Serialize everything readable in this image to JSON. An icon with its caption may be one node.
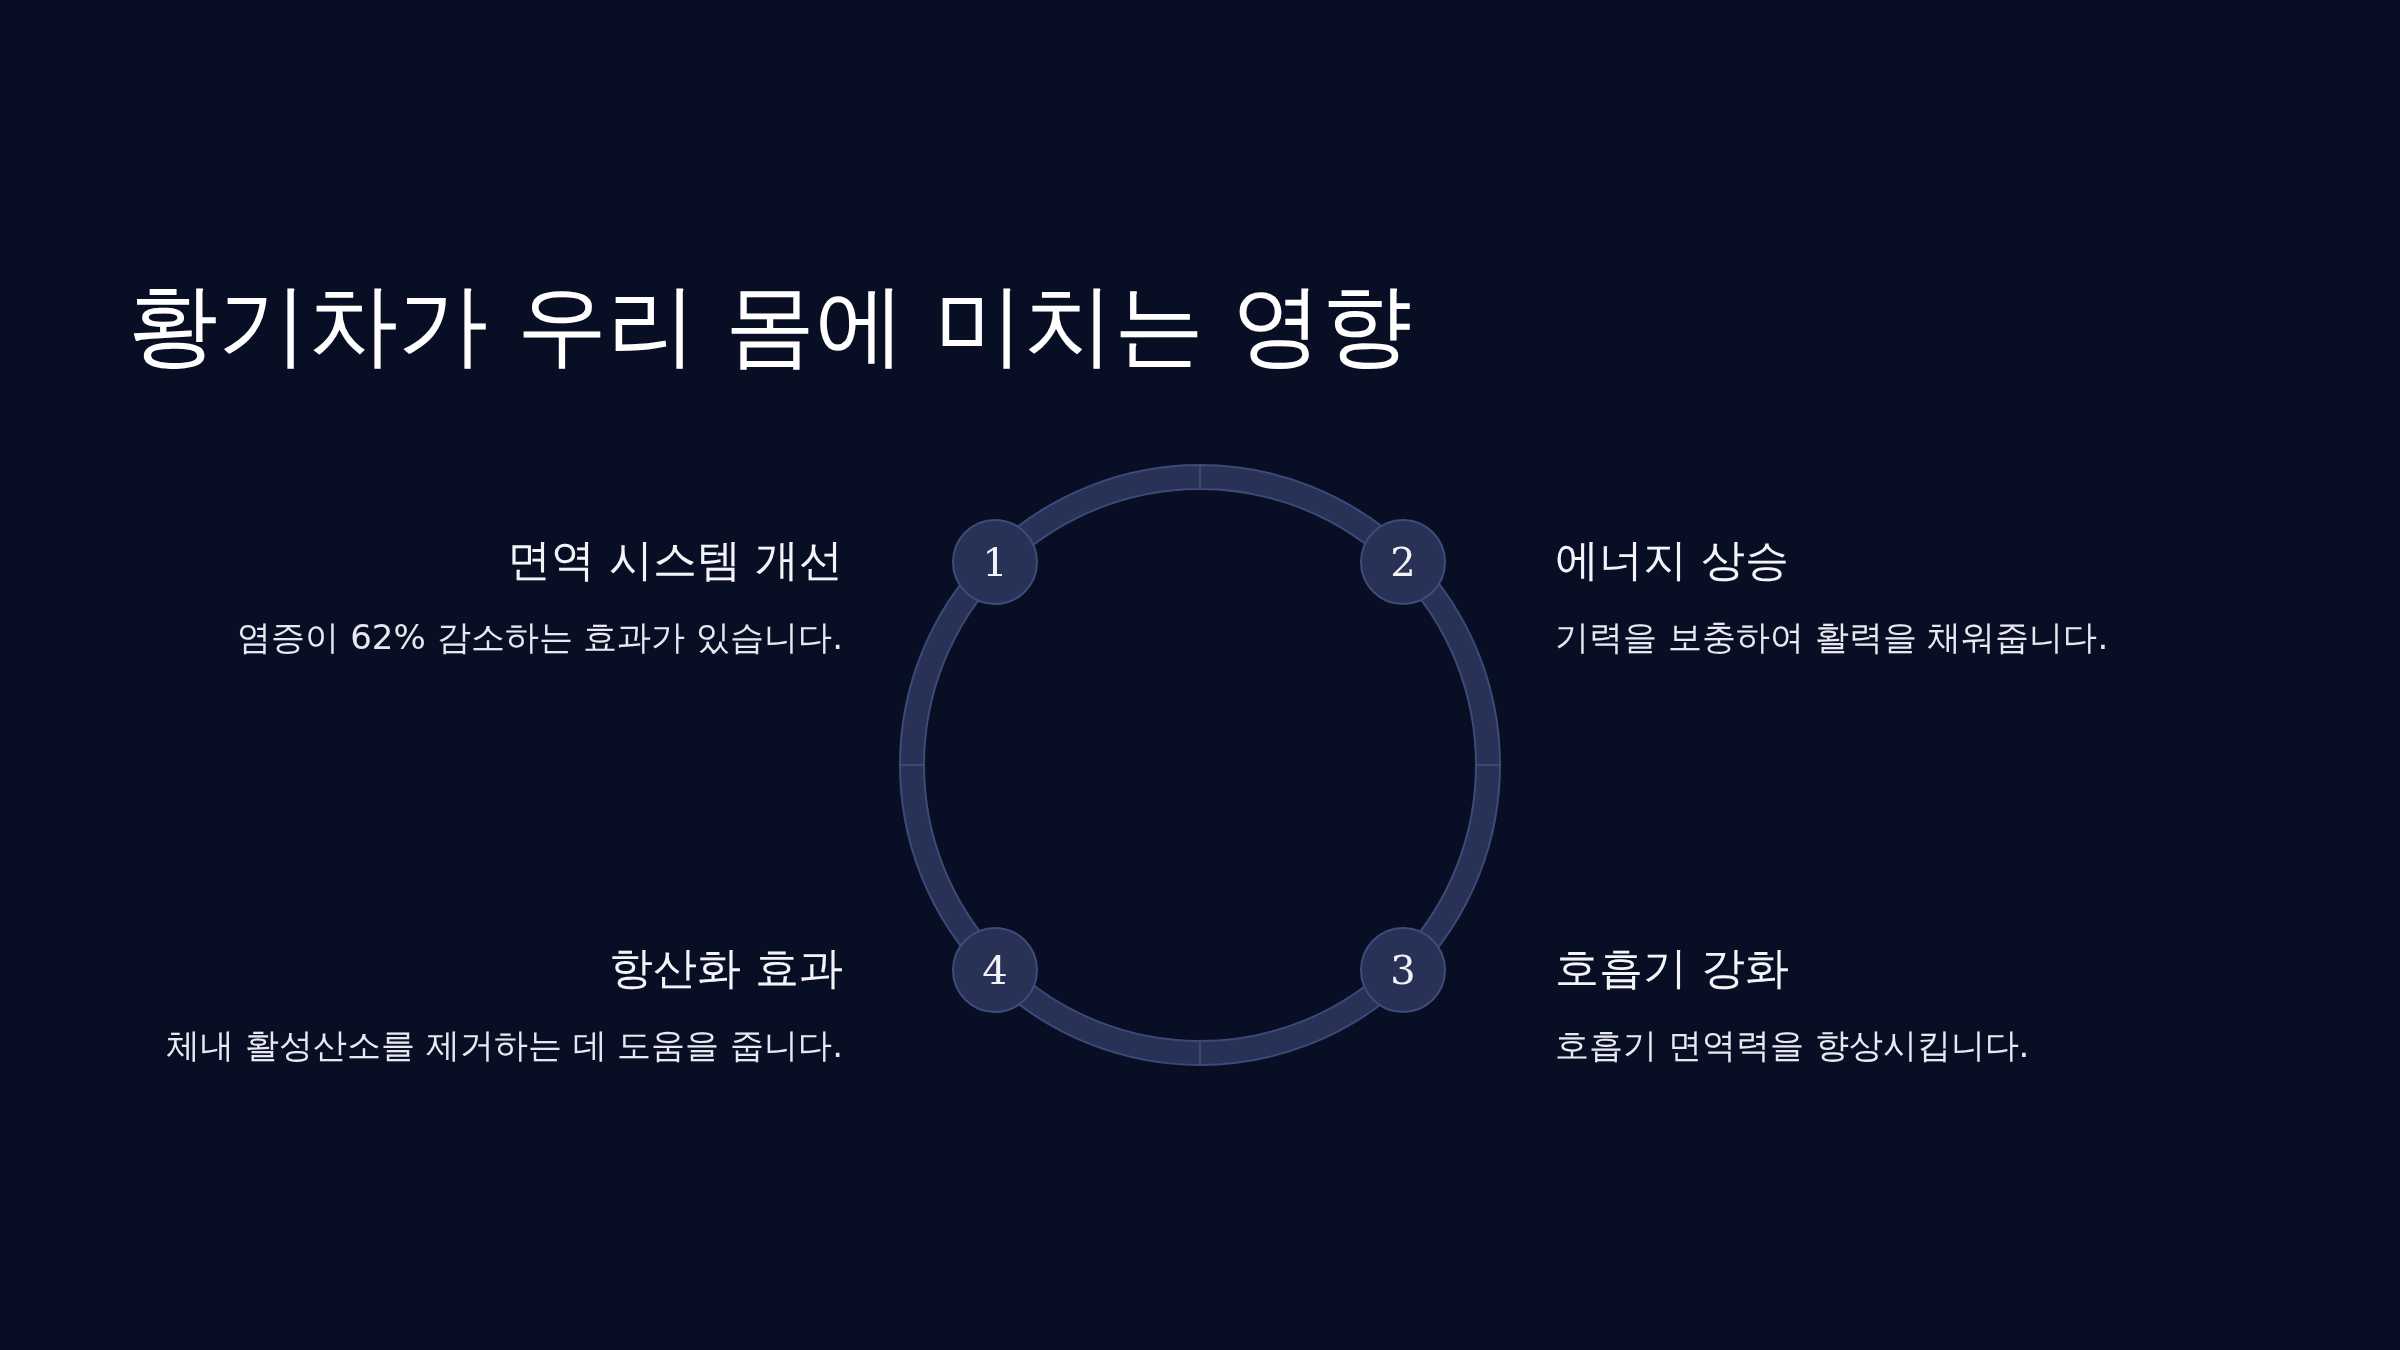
{
  "diagram": {
    "title": "황기차가 우리 몸에 미치는 영향",
    "nodes": [
      {
        "text": [
          "1"
        ],
        "beside": [
          "면역 시스템 개선",
          "염증이 62% 감소하는 효과가 있습니다."
        ]
      },
      {
        "text": [
          "2"
        ],
        "beside": [
          "에너지 상승",
          "기력을 보충하여 활력을 채워줍니다."
        ]
      },
      {
        "text": [
          "3"
        ],
        "beside": [
          "호흡기 강화",
          "호흡기 면역력을 향상시킵니다."
        ]
      },
      {
        "text": [
          "4"
        ],
        "beside": [
          "항산화 효과",
          "체내 활성산소를 제거하는 데 도움을 줍니다."
        ]
      }
    ]
  }
}
